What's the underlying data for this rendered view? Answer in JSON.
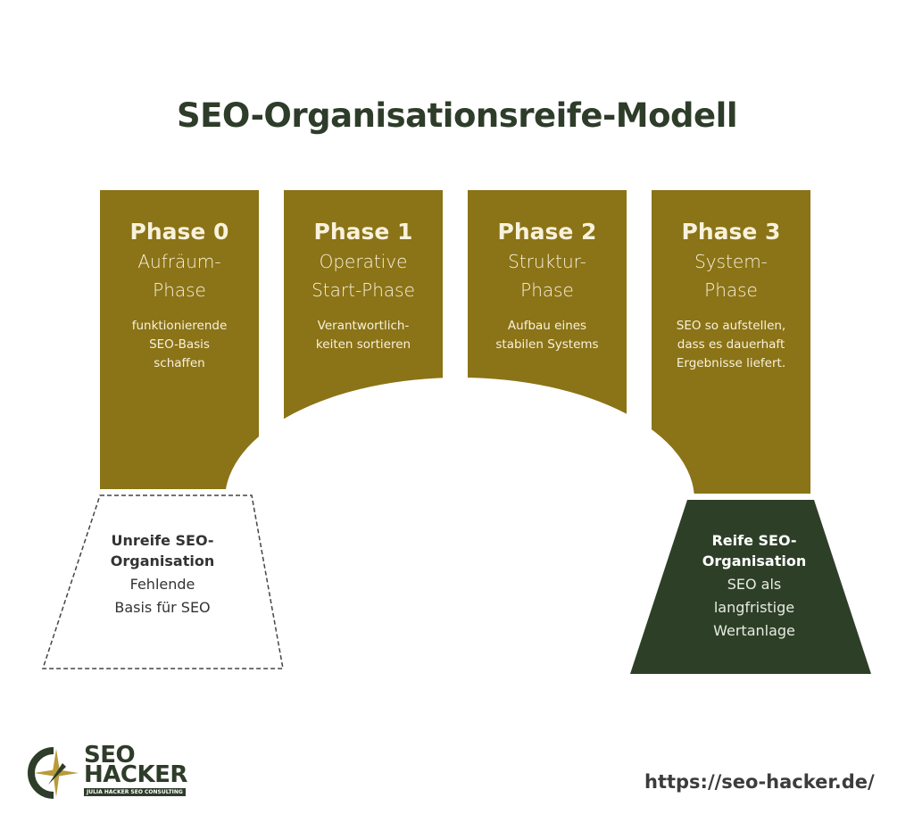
{
  "title": "SEO-Organisationsreife-Modell",
  "colors": {
    "gold": "#8b7317",
    "dark_green": "#2e3f28",
    "text_light": "#f8f2dc",
    "title": "#2e3c2a"
  },
  "phases": [
    {
      "label": "Phase 0",
      "name_line1": "Aufräum-",
      "name_line2": "Phase",
      "desc_lines": [
        "funktionierende",
        "SEO-Basis",
        "schaffen"
      ]
    },
    {
      "label": "Phase 1",
      "name_line1": "Operative",
      "name_line2": "Start-Phase",
      "desc_lines": [
        "Verantwortlich-",
        "keiten sortieren"
      ]
    },
    {
      "label": "Phase 2",
      "name_line1": "Struktur-",
      "name_line2": "Phase",
      "desc_lines": [
        "Aufbau eines",
        "stabilen Systems"
      ]
    },
    {
      "label": "Phase 3",
      "name_line1": "System-",
      "name_line2": "Phase",
      "desc_lines": [
        "SEO so aufstellen,",
        "dass es dauerhaft",
        "Ergebnisse liefert."
      ]
    }
  ],
  "organisations": {
    "immature": {
      "title_line1": "Unreife SEO-",
      "title_line2": "Organisation",
      "desc_lines": [
        "Fehlende",
        "Basis für SEO"
      ]
    },
    "mature": {
      "title_line1": "Reife SEO-",
      "title_line2": "Organisation",
      "desc_lines": [
        "SEO als",
        "langfristige",
        "Wertanlage"
      ]
    }
  },
  "logo": {
    "line1": "SEO",
    "line2": "HACKER",
    "tagline": "JULIA HACKER SEO CONSULTING"
  },
  "url": "https://seo-hacker.de/"
}
